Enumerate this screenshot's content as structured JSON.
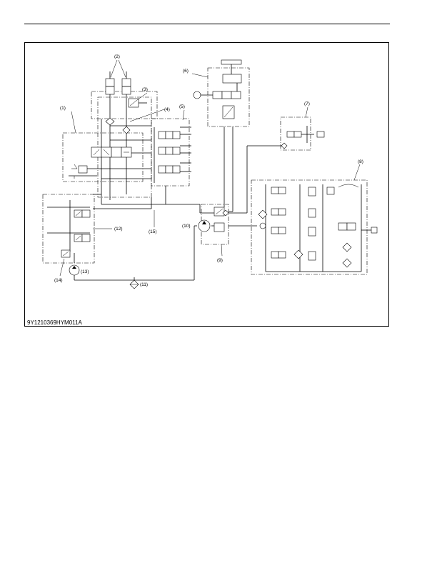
{
  "figure_code": "9Y1210369HYM011A",
  "callouts": [
    "(1)",
    "(2)",
    "(3)",
    "(4)",
    "(5)",
    "(6)",
    "(7)",
    "(8)",
    "(9)",
    "(10)",
    "(11)",
    "(12)",
    "(13)",
    "(14)",
    "(15)"
  ]
}
